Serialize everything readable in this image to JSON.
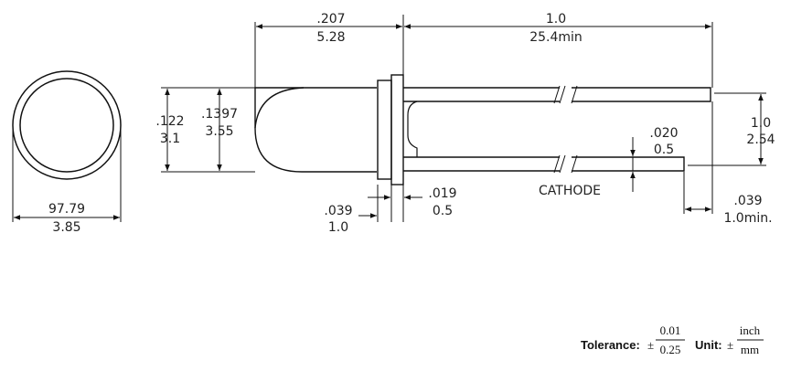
{
  "dimensions": {
    "lens_diameter": {
      "inch": "97.79",
      "mm": "3.85"
    },
    "body_length": {
      "inch": ".207",
      "mm": "5.28"
    },
    "lead_length": {
      "inch": "1.0",
      "mm": "25.4min"
    },
    "flange_height": {
      "inch": ".122",
      "mm": "3.1"
    },
    "lens_height": {
      "inch": ".1397",
      "mm": "3.55"
    },
    "flange_gap": {
      "inch": ".039",
      "mm": "1.0"
    },
    "flange_thickness": {
      "inch": ".019",
      "mm": "0.5"
    },
    "lead_width": {
      "inch": ".020",
      "mm": "0.5"
    },
    "lead_spacing": {
      "inch": "1.0",
      "mm": "2.54"
    },
    "lead_offset": {
      "inch": ".039",
      "mm": "1.0min."
    }
  },
  "labels": {
    "cathode": "CATHODE"
  },
  "tolerance": {
    "label": "Tolerance:",
    "pm": "±",
    "numerator": "0.01",
    "denominator": "0.25",
    "unit_label": "Unit:",
    "unit_pm": "±",
    "unit_numerator": "inch",
    "unit_denominator": "mm"
  }
}
